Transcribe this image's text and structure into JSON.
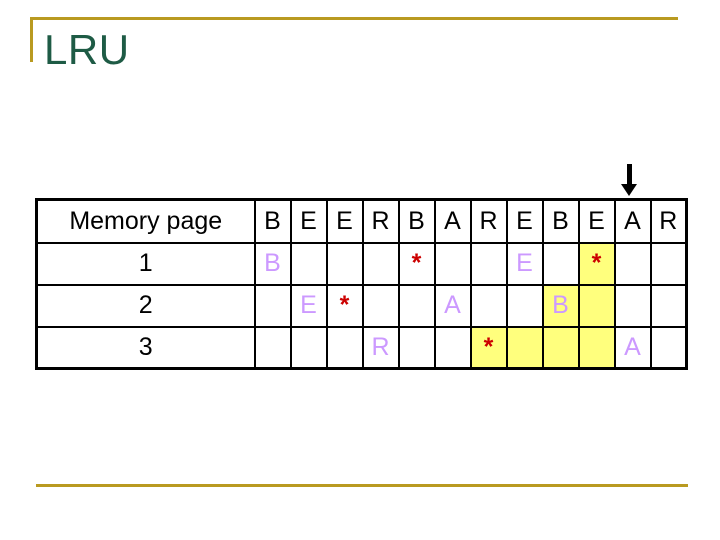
{
  "slide": {
    "title": "LRU"
  },
  "colors": {
    "title_green": "#1E5B45",
    "rule_gold": "#B99A20",
    "page_letter_purple": "#CC99FF",
    "star_red": "#CC0000",
    "highlight_yellow": "#FFFF7D",
    "grid_black": "#000000"
  },
  "arrow": {
    "glyph": "↓",
    "above_column_letter": "A",
    "above_column_number": 11
  },
  "table": {
    "corner_label": "Memory page",
    "reference_string": [
      "B",
      "E",
      "E",
      "R",
      "B",
      "A",
      "R",
      "E",
      "B",
      "E",
      "A",
      "R"
    ],
    "rows": [
      {
        "label": "1",
        "cells": [
          {
            "text": "B",
            "style": "letter",
            "highlight": false
          },
          {
            "text": "",
            "style": "",
            "highlight": false
          },
          {
            "text": "",
            "style": "",
            "highlight": false
          },
          {
            "text": "",
            "style": "",
            "highlight": false
          },
          {
            "text": "*",
            "style": "star",
            "highlight": false
          },
          {
            "text": "",
            "style": "",
            "highlight": false
          },
          {
            "text": "",
            "style": "",
            "highlight": false
          },
          {
            "text": "E",
            "style": "letter",
            "highlight": false
          },
          {
            "text": "",
            "style": "",
            "highlight": false
          },
          {
            "text": "*",
            "style": "star",
            "highlight": true
          },
          {
            "text": "",
            "style": "",
            "highlight": false
          },
          {
            "text": "",
            "style": "",
            "highlight": false
          }
        ]
      },
      {
        "label": "2",
        "cells": [
          {
            "text": "",
            "style": "",
            "highlight": false
          },
          {
            "text": "E",
            "style": "letter",
            "highlight": false
          },
          {
            "text": "*",
            "style": "star",
            "highlight": false
          },
          {
            "text": "",
            "style": "",
            "highlight": false
          },
          {
            "text": "",
            "style": "",
            "highlight": false
          },
          {
            "text": "A",
            "style": "letter",
            "highlight": false
          },
          {
            "text": "",
            "style": "",
            "highlight": false
          },
          {
            "text": "",
            "style": "",
            "highlight": false
          },
          {
            "text": "B",
            "style": "letter",
            "highlight": true
          },
          {
            "text": "",
            "style": "",
            "highlight": true
          },
          {
            "text": "",
            "style": "",
            "highlight": false
          },
          {
            "text": "",
            "style": "",
            "highlight": false
          }
        ]
      },
      {
        "label": "3",
        "cells": [
          {
            "text": "",
            "style": "",
            "highlight": false
          },
          {
            "text": "",
            "style": "",
            "highlight": false
          },
          {
            "text": "",
            "style": "",
            "highlight": false
          },
          {
            "text": "R",
            "style": "letter",
            "highlight": false
          },
          {
            "text": "",
            "style": "",
            "highlight": false
          },
          {
            "text": "",
            "style": "",
            "highlight": false
          },
          {
            "text": "*",
            "style": "star",
            "highlight": true
          },
          {
            "text": "",
            "style": "",
            "highlight": true
          },
          {
            "text": "",
            "style": "",
            "highlight": true
          },
          {
            "text": "",
            "style": "",
            "highlight": true
          },
          {
            "text": "A",
            "style": "letter",
            "highlight": false
          },
          {
            "text": "",
            "style": "",
            "highlight": false
          }
        ]
      }
    ]
  }
}
